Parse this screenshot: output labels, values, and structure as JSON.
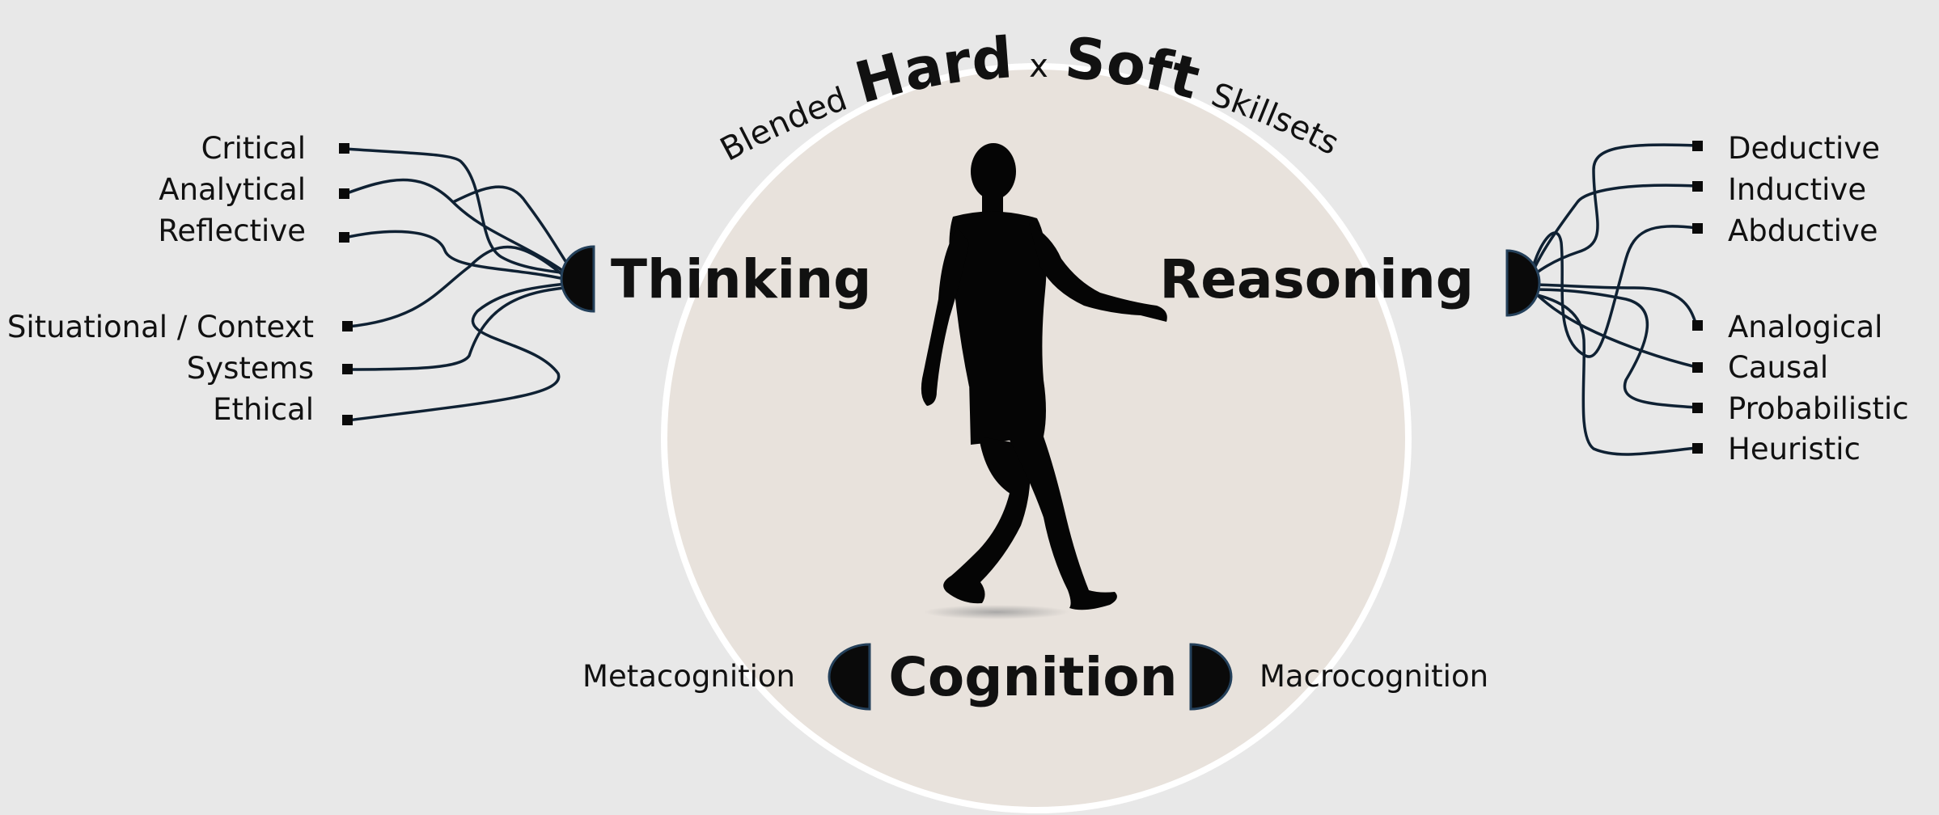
{
  "title": {
    "prefix": "Blended",
    "word1": "Hard",
    "connector": "x",
    "word2": "Soft",
    "suffix": "Skillsets"
  },
  "hubs": {
    "thinking": "Thinking",
    "reasoning": "Reasoning",
    "cognition": "Cognition"
  },
  "thinking_types": [
    "Critical",
    "Analytical",
    "Reflective",
    "Situational / Context",
    "Systems",
    "Ethical"
  ],
  "reasoning_types": [
    "Deductive",
    "Inductive",
    "Abductive",
    "Analogical",
    "Causal",
    "Probabilistic",
    "Heuristic"
  ],
  "cognition_sides": {
    "left": "Metacognition",
    "right": "Macrocognition"
  },
  "colors": {
    "background": "#e8e8e8",
    "circle_fill": "#e8e2dc",
    "circle_stroke": "#ffffff",
    "wire": "#0f2133",
    "silhouette": "#050505"
  },
  "icons": {
    "figure": "walking-person-silhouette-icon",
    "connector": "half-disc-connector-icon"
  }
}
